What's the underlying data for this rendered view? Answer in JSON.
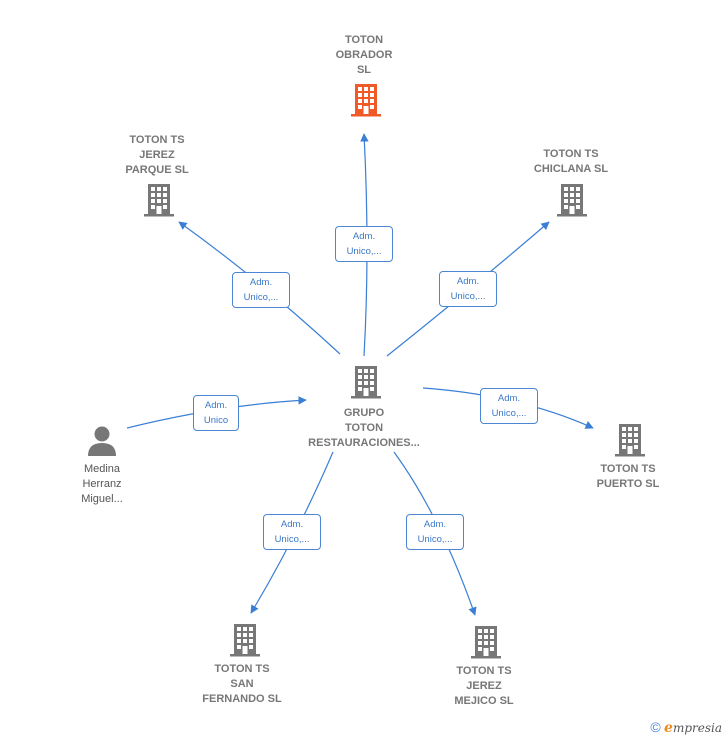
{
  "colors": {
    "edge": "#3a7fd5",
    "building": "#777777",
    "highlight": "#f05a28",
    "person": "#777777"
  },
  "nodes": {
    "center": {
      "label": "GRUPO\nTOTON\nRESTAURACIONES...",
      "icon": "building-icon"
    },
    "obrador": {
      "label": "TOTON\nOBRADOR\nSL",
      "icon": "building-icon-highlighted"
    },
    "jerez_parque": {
      "label": "TOTON TS\nJEREZ\nPARQUE  SL",
      "icon": "building-icon"
    },
    "chiclana": {
      "label": "TOTON TS\nCHICLANA  SL",
      "icon": "building-icon"
    },
    "puerto": {
      "label": "TOTON TS\nPUERTO  SL",
      "icon": "building-icon"
    },
    "san_fernando": {
      "label": "TOTON TS\nSAN\nFERNANDO  SL",
      "icon": "building-icon"
    },
    "jerez_mejico": {
      "label": "TOTON TS\nJEREZ\nMEJICO  SL",
      "icon": "building-icon"
    },
    "medina": {
      "label": "Medina\nHerranz\nMiguel...",
      "icon": "person-icon"
    }
  },
  "edges": {
    "obrador": "Adm.\nUnico,...",
    "jerez_parque": "Adm.\nUnico,...",
    "chiclana": "Adm.\nUnico,...",
    "puerto": "Adm.\nUnico,...",
    "san_fernando": "Adm.\nUnico,...",
    "jerez_mejico": "Adm.\nUnico,...",
    "medina": "Adm.\nUnico"
  },
  "footer": {
    "copyright": "©",
    "brand_initial": "e",
    "brand_rest": "mpresia"
  }
}
